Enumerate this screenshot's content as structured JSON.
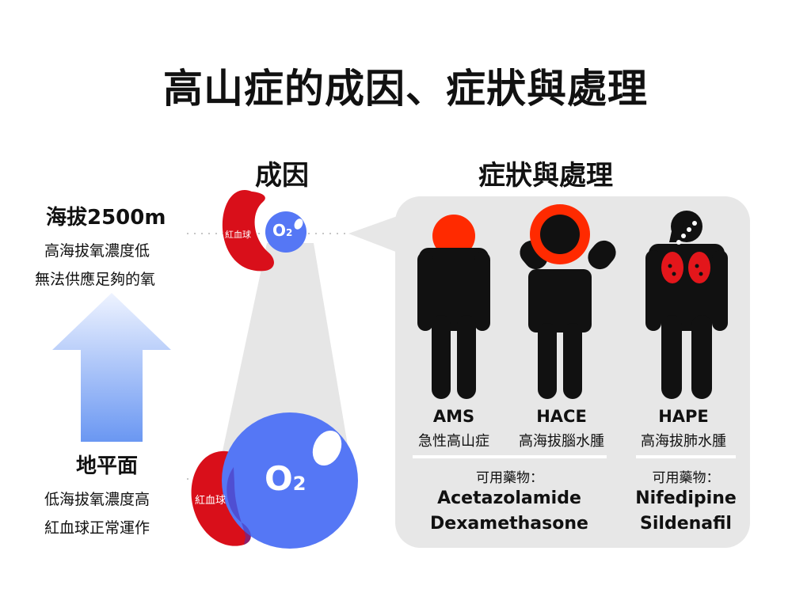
{
  "title": "高山症的成因、症狀與處理",
  "sections": {
    "cause": "成因",
    "treatment": "症狀與處理"
  },
  "high_altitude": {
    "label": "海拔2500m",
    "line1": "高海拔氧濃度低",
    "line2": "無法供應足夠的氧"
  },
  "ground": {
    "label": "地平面",
    "line1": "低海拔氧濃度高",
    "line2": "紅血球正常運作"
  },
  "rbc_label": "紅血球",
  "oxygen_symbol": "O",
  "oxygen_subscript": "2",
  "conditions": [
    {
      "code": "AMS",
      "name": "急性高山症"
    },
    {
      "code": "HACE",
      "name": "高海拔腦水腫"
    },
    {
      "code": "HAPE",
      "name": "高海拔肺水腫"
    }
  ],
  "medications": [
    {
      "heading": "可用藥物：",
      "drugs": [
        "Acetazolamide",
        "Dexamethasone"
      ]
    },
    {
      "heading": "可用藥物：",
      "drugs": [
        "Nifedipine",
        "Sildenafil"
      ]
    }
  ],
  "colors": {
    "rbc_red": "#d90f1a",
    "oxygen_blue": "#5577f5",
    "highlight_red": "#ff2a00",
    "panel_gray": "#e7e7e7",
    "arrow_top": "#e8f0ff",
    "arrow_bottom": "#6a97f2"
  },
  "icons": [
    "up-arrow-icon",
    "person-icon",
    "person-head-highlight-icon",
    "person-holding-head-icon",
    "person-lungs-icon"
  ]
}
